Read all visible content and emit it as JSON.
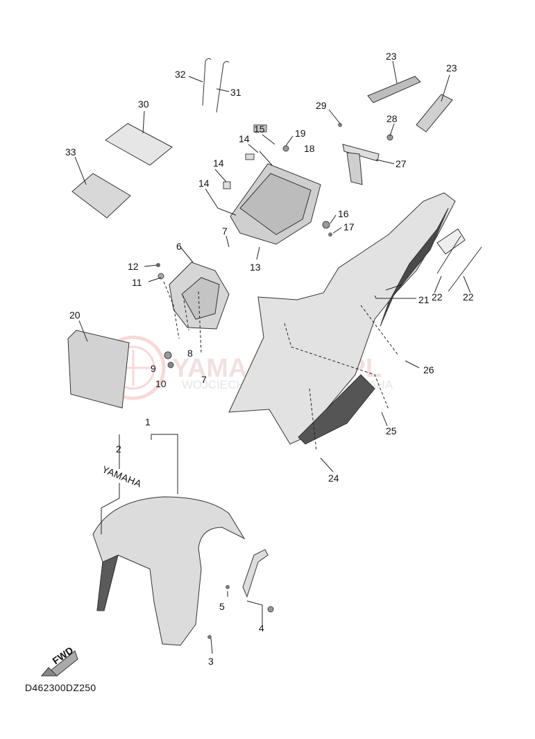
{
  "diagram": {
    "reference_code": "D462300DZ250",
    "fwd_label": "FWD",
    "fender_logo": "YAMAHA",
    "watermark": {
      "main": "YAMA-SKLEP.PL",
      "sub": "WOJCIECHOWICZ | DEALER YAMAHA"
    },
    "callouts": [
      "1",
      "2",
      "3",
      "4",
      "5",
      "6",
      "7",
      "7",
      "8",
      "9",
      "10",
      "11",
      "12",
      "13",
      "14",
      "14",
      "14",
      "15",
      "16",
      "17",
      "18",
      "19",
      "20",
      "21",
      "22",
      "22",
      "23",
      "23",
      "24",
      "25",
      "26",
      "27",
      "28",
      "29",
      "30",
      "31",
      "32",
      "33"
    ]
  }
}
